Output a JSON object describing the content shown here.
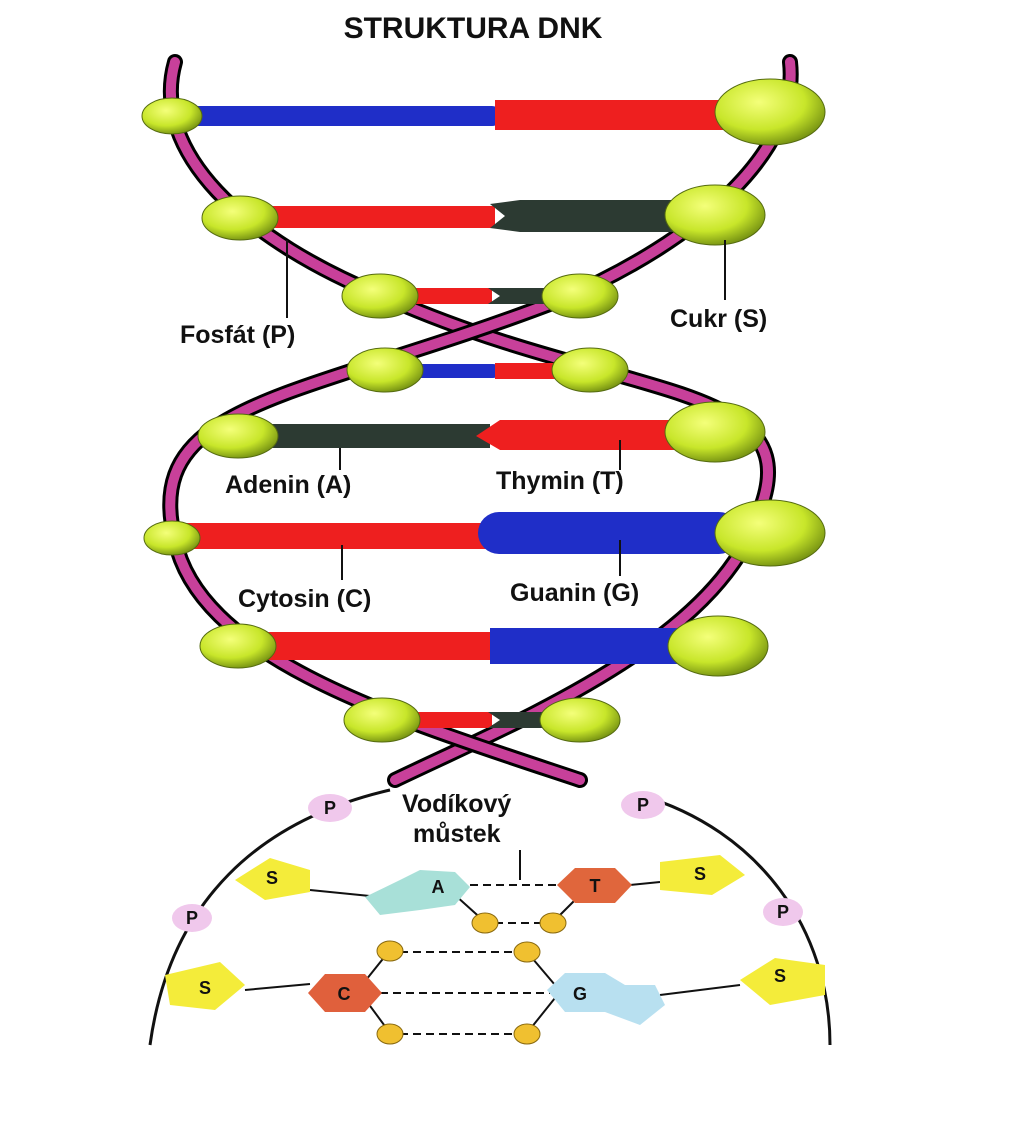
{
  "title": "STRUKTURA DNK",
  "labels": {
    "phosphate": "Fosfát (P)",
    "sugar": "Cukr (S)",
    "adenine": "Adenin (A)",
    "thymine": "Thymin (T)",
    "cytosine": "Cytosin (C)",
    "guanine": "Guanin (G)",
    "hbond_line1": "Vodíkový",
    "hbond_line2": "můstek"
  },
  "schema": {
    "phosphate_letter": "P",
    "sugar_letter": "S",
    "adenine_letter": "A",
    "thymine_letter": "T",
    "cytosine_letter": "C",
    "guanine_letter": "G"
  },
  "colors": {
    "backbone": "#c8409a",
    "node": "#c8e62a",
    "red": "#ee1f1f",
    "blue": "#1f2ec8",
    "dark": "#2c3a32",
    "sugar": "#f4ec3a",
    "phosphate": "#f0c8ec",
    "adenine": "#a8e0d8",
    "thymine": "#e0663c",
    "cytosine": "#e0603c",
    "guanine": "#b8e0f0",
    "bond": "#f0c030"
  }
}
